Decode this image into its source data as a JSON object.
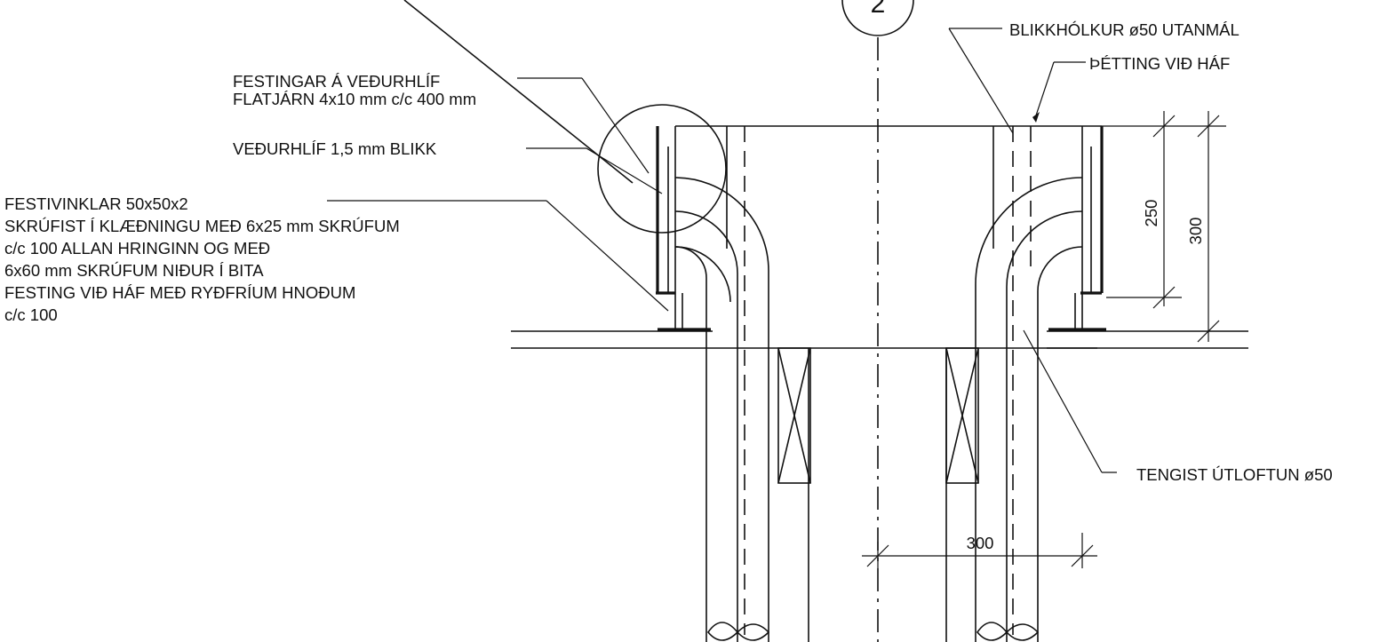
{
  "drawing": {
    "detail_marker": "2",
    "notes": {
      "festingar_line1": "FESTINGAR Á  VEÐURHLÍF",
      "festingar_line2": "FLATJÁRN 4x10 mm c/c 400 mm",
      "vedurhlif": "VEÐURHLÍF 1,5 mm BLIKK",
      "festivinklar_line1": "FESTIVINKLAR 50x50x2",
      "festivinklar_line2": "SKRÚFIST Í KLÆÐNINGU MEÐ 6x25 mm SKRÚFUM",
      "festivinklar_line3": "c/c 100 ALLAN HRINGINN OG MEÐ",
      "festivinklar_line4": "6x60 mm SKRÚFUM NIÐUR Í BITA",
      "festivinklar_line5": "FESTING VIÐ HÁF MEÐ RYÐFRÍUM HNOÐUM",
      "festivinklar_line6": "c/c 100",
      "blikkholkur": "BLIKKHÓLKUR ø50 UTANMÁL",
      "thetting": "ÞÉTTING VIÐ HÁF",
      "tengist": "TENGIST ÚTLOFTUN ø50"
    },
    "dimensions": {
      "dim_250": "250",
      "dim_300_vertical": "300",
      "dim_300_horizontal": "300"
    }
  }
}
